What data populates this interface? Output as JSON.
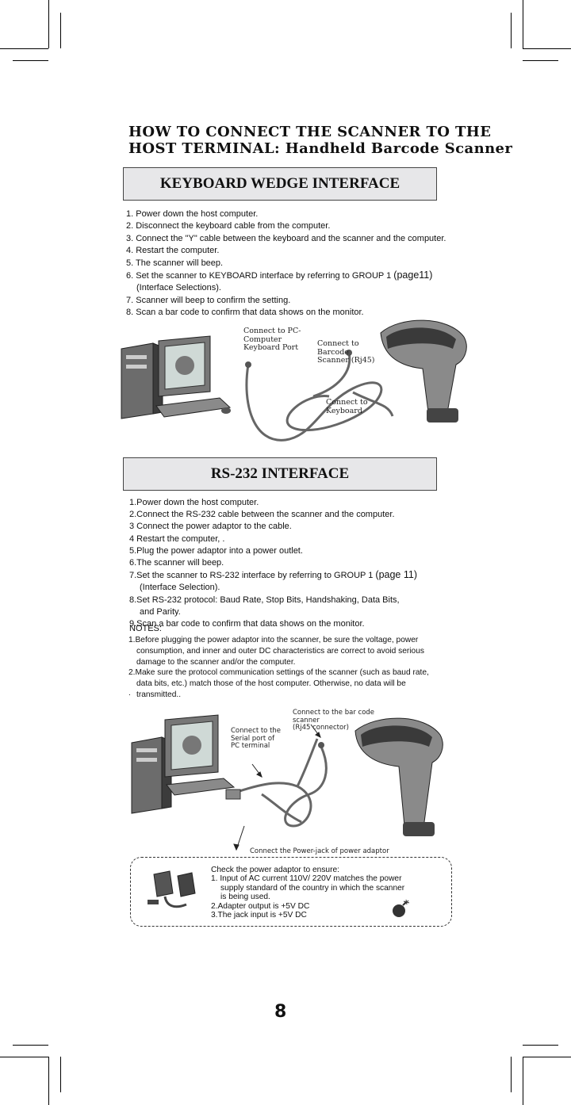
{
  "title_lines": [
    "HOW TO CONNECT THE SCANNER TO THE",
    "HOST TERMINAL: Handheld Barcode Scanner"
  ],
  "keyboard": {
    "header": "KEYBOARD WEDGE INTERFACE",
    "steps": [
      {
        "text": "1. Power down the host computer."
      },
      {
        "text": "2. Disconnect the keyboard cable from the computer."
      },
      {
        "text": "3. Connect the \"Y\" cable between the keyboard and the scanner and the computer."
      },
      {
        "text": "4. Restart the computer."
      },
      {
        "text": "5. The scanner will beep."
      },
      {
        "text": "6. Set the scanner to KEYBOARD interface by referring to GROUP 1",
        "ref": "(page11)",
        "cont": "(Interface Selections)."
      },
      {
        "text": "7. Scanner will beep to confirm the setting."
      },
      {
        "text": "8. Scan a bar code to confirm that data shows on the monitor."
      }
    ],
    "callouts": {
      "pc_port": [
        "Connect to PC-",
        "Computer",
        "Keyboard Port"
      ],
      "scanner": [
        "Connect to",
        "Barcode",
        "Scanner (Rj45)"
      ],
      "keyboard": [
        "Connect to",
        "Keyboard"
      ]
    }
  },
  "rs232": {
    "header": "RS-232 INTERFACE",
    "steps": [
      {
        "text": "1.Power down the host computer."
      },
      {
        "text": "2.Connect the RS-232 cable between the scanner and the computer."
      },
      {
        "text": "3 Connect the power adaptor to the cable."
      },
      {
        "text": "4 Restart the computer, ."
      },
      {
        "text": "5.Plug the power adaptor into a power outlet."
      },
      {
        "text": "6.The scanner will beep."
      },
      {
        "text": "7.Set the scanner to RS-232 interface by referring to GROUP 1",
        "ref": "(page 11)",
        "cont": "(Interface Selection)."
      },
      {
        "text": "8.Set RS-232 protocol: Baud Rate, Stop Bits, Handshaking, Data Bits,",
        "cont": " and Parity."
      },
      {
        "text": "9.Scan a bar code to confirm that data shows on the monitor."
      }
    ],
    "notes_title": "NOTES:",
    "notes": [
      {
        "text": "1.Before plugging the power adaptor into the scanner, be sure the voltage, power",
        "cont1": "consumption, and inner and outer DC characteristics are correct to avoid serious",
        "cont2": "damage to the scanner and/or the computer."
      },
      {
        "text": "2.Make sure the protocol communication settings of the scanner (such as baud rate,",
        "cont1": "data bits, etc.) match those of the host computer. Otherwise, no data will be",
        "cont2": "transmitted.."
      }
    ],
    "callouts": {
      "serial": [
        "Connect to the",
        "Serial port of",
        "PC terminal"
      ],
      "barcode": [
        "Connect  to the bar code",
        " scanner",
        "(Rj45  connector)"
      ],
      "power": "Connect the Power-jack  of  power adaptor"
    }
  },
  "check": {
    "title": "Check the power adaptor to ensure:",
    "items": [
      {
        "text": "1. Input of AC current 110V/ 220V matches the power",
        "cont1": "supply  standard of the country in which the scanner",
        "cont2": "is being used."
      },
      {
        "text": "2.Adapter output is +5V DC"
      },
      {
        "text": "3.The jack input is +5V DC"
      }
    ]
  },
  "page_number": "8"
}
